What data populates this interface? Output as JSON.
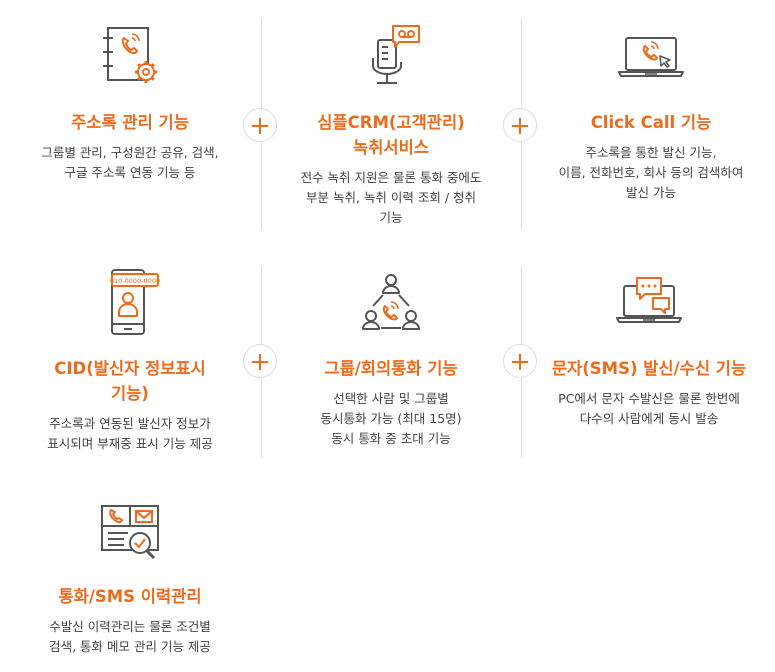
{
  "colors": {
    "accent": "#ee6b1c",
    "icon_stroke": "#555555",
    "divider": "#e2e2e2"
  },
  "features": [
    {
      "icon": "address-book-gear-icon",
      "title": "주소록 관리 기능",
      "desc": "그룹별 관리, 구성원간 공유, 검색,\n구글 주소록 연동 기능 등"
    },
    {
      "icon": "microphone-recording-icon",
      "title": "심플CRM(고객관리)\n녹취서비스",
      "desc": "전수 녹취 지원은 물론 통화 중에도\n부분 녹취, 녹취 이력 조회 / 청취\n기능"
    },
    {
      "icon": "laptop-call-icon",
      "title": "Click Call 기능",
      "desc": "주소록을 통한 발신 기능,\n이름, 전화번호, 회사 등의 검색하여\n발신 가능"
    },
    {
      "icon": "phone-caller-id-icon",
      "icon_text": "010-0000-0000",
      "title": "CID(발신자 정보표시\n기능)",
      "desc": "주소록과 연동된 발신자 정보가\n표시되며 부재중 표시 기능 제공"
    },
    {
      "icon": "group-conference-icon",
      "title": "그룹/회의통화 기능",
      "desc": "선택한 사람 및 그룹별\n동시통화 가능 (최대 15명)\n동시 통화 중 초대 기능"
    },
    {
      "icon": "laptop-message-icon",
      "title": "문자(SMS) 발신/수신 기능",
      "desc": "PC에서 문자 수발신은 물론 한번에\n다수의 사람에게 동시 발송"
    },
    {
      "icon": "call-sms-history-icon",
      "title": "통화/SMS 이력관리",
      "desc": "수발신 이력관리는 물론 조건별\n검색, 통화 메모 관리 기능 제공"
    }
  ]
}
